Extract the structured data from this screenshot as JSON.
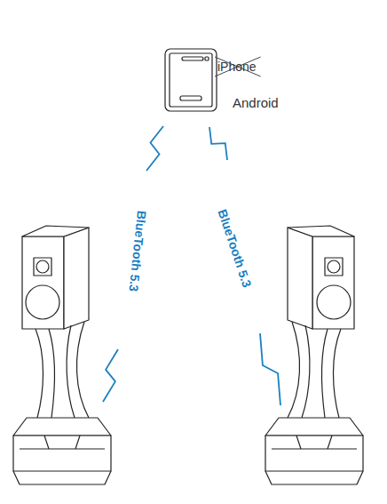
{
  "diagram": {
    "nodes": [
      {
        "text": [
          "iPhone",
          "Android"
        ]
      }
    ],
    "labels": [
      "BlueTooth 5.3",
      "BlueTooth 5.3"
    ]
  }
}
